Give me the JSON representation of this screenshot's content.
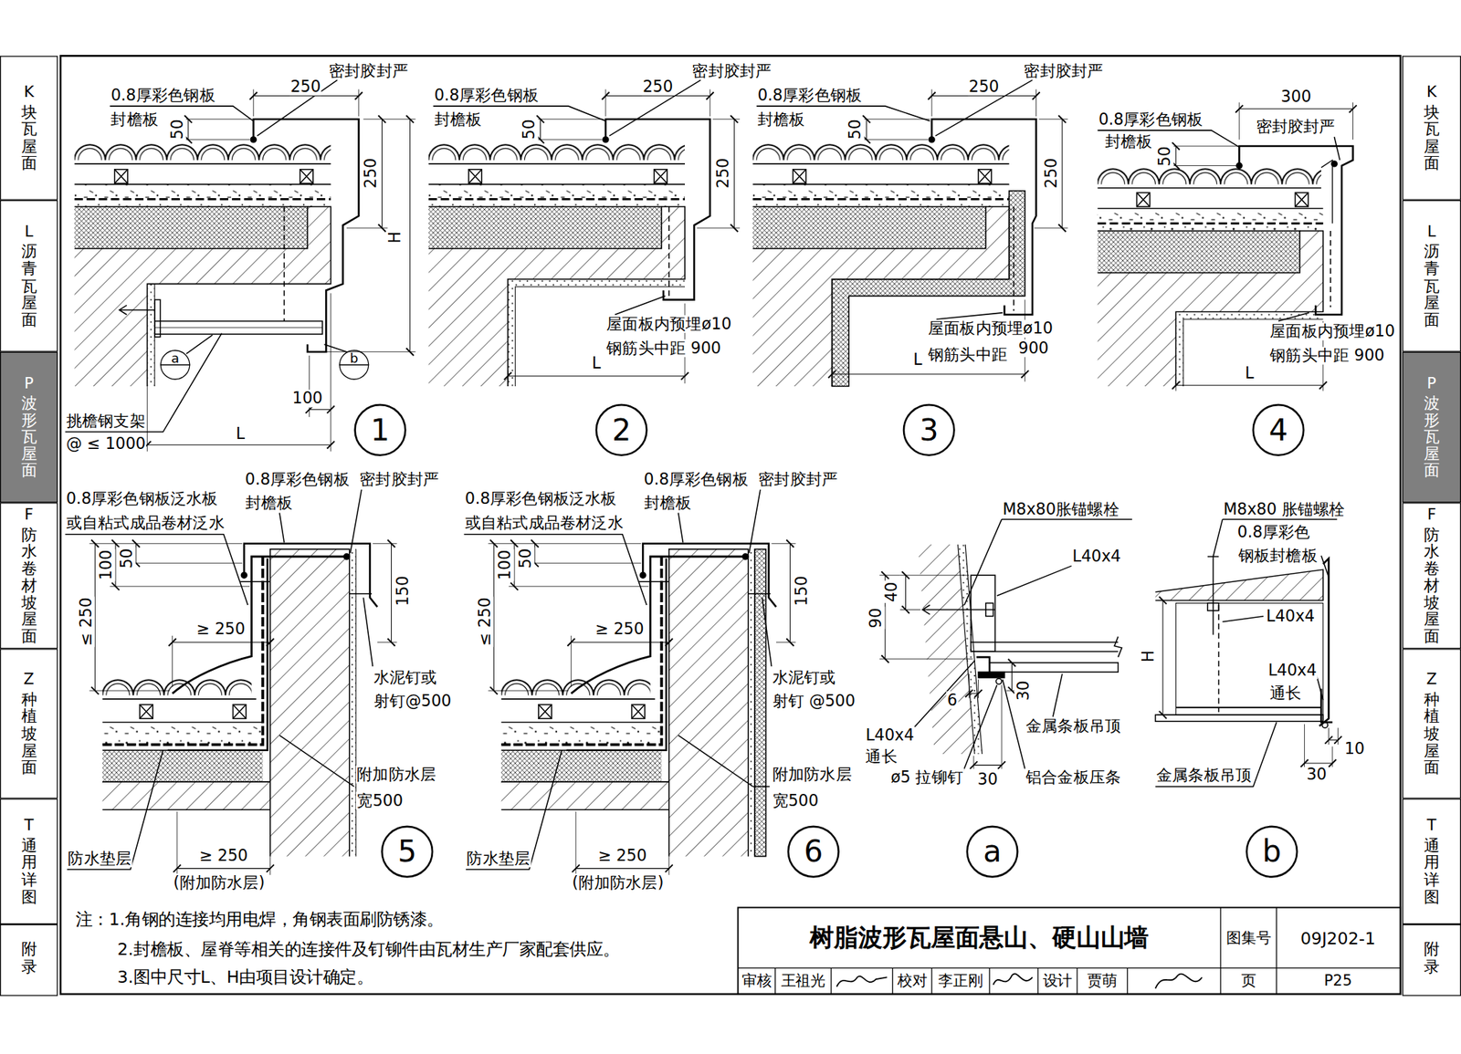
{
  "diagram": {
    "title": "树脂波形瓦屋面悬山、硬山山墙",
    "nodes": [
      {
        "text": [
          "K",
          "块瓦屋面"
        ]
      },
      {
        "text": [
          "L",
          "沥青瓦屋面"
        ]
      },
      {
        "text": [
          "P",
          "波形瓦屋面"
        ]
      },
      {
        "text": [
          "F",
          "防水卷材坡屋面"
        ]
      },
      {
        "text": [
          "Z",
          "种植坡屋面"
        ]
      },
      {
        "text": [
          "T",
          "通用详图"
        ]
      },
      {
        "text": [
          "附录"
        ]
      },
      {
        "text": [
          "K",
          "块瓦屋面"
        ]
      },
      {
        "text": [
          "L",
          "沥青瓦屋面"
        ]
      },
      {
        "text": [
          "P",
          "波形瓦屋面"
        ]
      },
      {
        "text": [
          "F",
          "防水卷材坡屋面"
        ]
      },
      {
        "text": [
          "Z",
          "种植坡屋面"
        ]
      },
      {
        "text": [
          "T",
          "通用详图"
        ]
      },
      {
        "text": [
          "附录"
        ]
      },
      {
        "text": [
          "a"
        ]
      },
      {
        "text": [
          "b"
        ]
      },
      {
        "text": [
          "1"
        ]
      },
      {
        "text": [
          "2"
        ]
      },
      {
        "text": [
          "3"
        ]
      },
      {
        "text": [
          "4"
        ]
      },
      {
        "text": [
          "5"
        ]
      },
      {
        "text": [
          "6"
        ]
      },
      {
        "text": [
          "a"
        ]
      },
      {
        "text": [
          "b"
        ]
      }
    ],
    "labels": [
      "0.8厚彩色钢板",
      "封檐板",
      "密封胶封严",
      "250",
      "50",
      "250",
      "H",
      "100",
      "挑檐钢支架",
      "@ ≤ 1000",
      "L",
      "0.8厚彩色钢板",
      "封檐板",
      "密封胶封严",
      "250",
      "50",
      "250",
      "屋面板内预埋ø10",
      "钢筋头中距 900",
      "L",
      "0.8厚彩色钢板",
      "封檐板",
      "密封胶封严",
      "250",
      "50",
      "250",
      "屋面板内预埋ø10",
      "900",
      "L",
      "钢筋头中距",
      "300",
      "0.8厚彩色钢板",
      "封檐板",
      "密封胶封严",
      "50",
      "屋面板内预埋ø10",
      "钢筋头中距 900",
      "L",
      "0.8厚彩色钢板泛水板",
      "或自粘式成品卷材泛水",
      "0.8厚彩色钢板",
      "封檐板",
      "密封胶封严",
      "50",
      "100",
      "≤ 250",
      "150",
      "≥ 250",
      "水泥钉或",
      "射钉@500",
      "附加防水层",
      "宽500",
      "防水垫层",
      "≥ 250",
      "(附加防水层)",
      "0.8厚彩色钢板泛水板",
      "或自粘式成品卷材泛水",
      "0.8厚彩色钢板",
      "封檐板",
      "密封胶封严",
      "50",
      "100",
      "≤ 250",
      "150",
      "≥ 250",
      "水泥钉或",
      "射钉 @500",
      "附加防水层",
      "宽500",
      "防水垫层",
      "≥ 250",
      "(附加防水层)",
      "M8x80胀锚螺栓",
      "L40x4",
      "40",
      "90",
      "6",
      "30",
      "金属条板吊顶",
      "L40x4",
      "通长",
      "ø5 拉铆钉",
      "30",
      "铝合金板压条",
      "M8x80 胀锚螺栓",
      "0.8厚彩色",
      "钢板封檐板",
      "L40x4",
      "H",
      "L40x4",
      "通长",
      "10",
      "30",
      "金属条板吊顶",
      "注：1.角钢的连接均用电焊，角钢表面刷防锈漆。",
      "2.封檐板、屋脊等相关的连接件及钉铆件由瓦材生产厂家配套供应。",
      "3.图中尺寸L、H由项目设计确定。",
      "图集号",
      "09J202-1",
      "审核",
      "王祖光",
      "校对",
      "李正刚",
      "设计",
      "贾萌",
      "页",
      "P25"
    ]
  }
}
